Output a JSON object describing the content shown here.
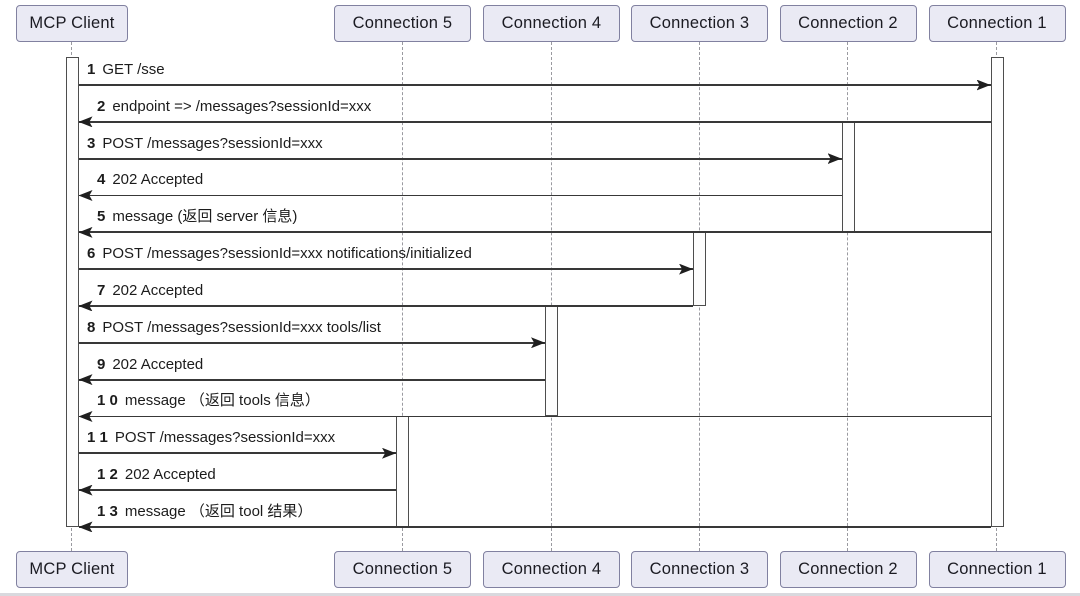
{
  "diagram": {
    "type": "sequence",
    "participants": [
      {
        "id": "mcp",
        "label": "MCP Client"
      },
      {
        "id": "c5",
        "label": "Connection 5"
      },
      {
        "id": "c4",
        "label": "Connection 4"
      },
      {
        "id": "c3",
        "label": "Connection 3"
      },
      {
        "id": "c2",
        "label": "Connection 2"
      },
      {
        "id": "c1",
        "label": "Connection 1"
      }
    ],
    "messages": [
      {
        "num": "1",
        "text": "GET /sse",
        "from": "mcp",
        "to": "c1"
      },
      {
        "num": "2",
        "text": "endpoint => /messages?sessionId=xxx",
        "from": "c1",
        "to": "mcp"
      },
      {
        "num": "3",
        "text": "POST /messages?sessionId=xxx",
        "from": "mcp",
        "to": "c2"
      },
      {
        "num": "4",
        "text": "202 Accepted",
        "from": "c2",
        "to": "mcp"
      },
      {
        "num": "5",
        "text": "message (返回 server 信息)",
        "from": "c1",
        "to": "mcp"
      },
      {
        "num": "6",
        "text": "POST /messages?sessionId=xxx notifications/initialized",
        "from": "mcp",
        "to": "c3"
      },
      {
        "num": "7",
        "text": "202 Accepted",
        "from": "c3",
        "to": "mcp"
      },
      {
        "num": "8",
        "text": "POST /messages?sessionId=xxx tools/list",
        "from": "mcp",
        "to": "c4"
      },
      {
        "num": "9",
        "text": "202 Accepted",
        "from": "c4",
        "to": "mcp"
      },
      {
        "num": "1 0",
        "text": "message （返回 tools 信息）",
        "from": "c1",
        "to": "mcp"
      },
      {
        "num": "1 1",
        "text": "POST /messages?sessionId=xxx",
        "from": "mcp",
        "to": "c5"
      },
      {
        "num": "1 2",
        "text": "202 Accepted",
        "from": "c5",
        "to": "mcp"
      },
      {
        "num": "1 3",
        "text": "message （返回 tool 结果）",
        "from": "c1",
        "to": "mcp"
      }
    ],
    "activations": [
      {
        "participant": "mcp",
        "from_row": 0,
        "to_row": 13
      },
      {
        "participant": "c1",
        "from_row": 0,
        "to_row": 13
      },
      {
        "participant": "c2",
        "from_row": 2,
        "to_row": 5
      },
      {
        "participant": "c3",
        "from_row": 5,
        "to_row": 7
      },
      {
        "participant": "c4",
        "from_row": 7,
        "to_row": 10
      },
      {
        "participant": "c5",
        "from_row": 10,
        "to_row": 13
      }
    ],
    "theme": {
      "background": "#FFFFFF",
      "actor_fill": "#EAEAF4",
      "actor_border": "#8181A0",
      "line_color": "#383838",
      "arrow_color": "#1F1F1F",
      "lifeline_color": "#9A9AA0",
      "activation_fill": "#FDFDFD",
      "activation_border": "#4D4D4D",
      "text_color": "#1C1C1C",
      "bottom_rule_color": "#D9D9DE"
    }
  }
}
